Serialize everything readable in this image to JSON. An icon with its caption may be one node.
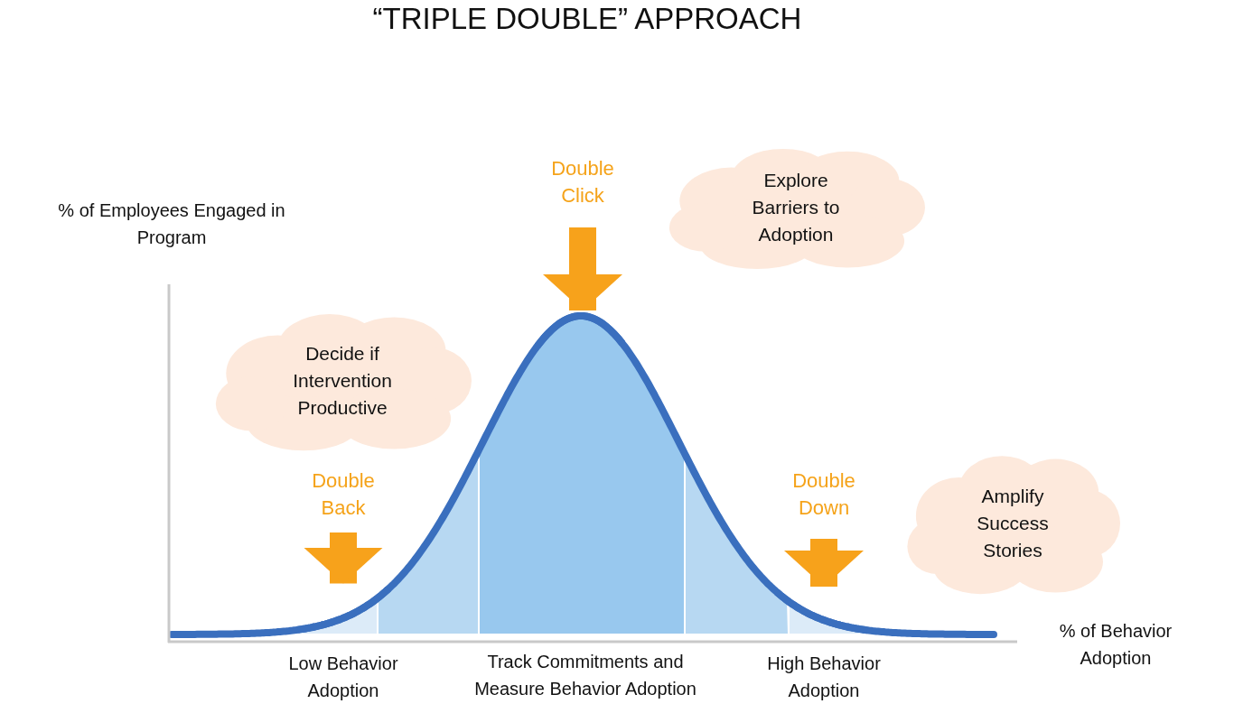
{
  "diagram": {
    "title": "“TRIPLE DOUBLE” APPROACH",
    "nodes": [
      {
        "text": [
          "Double Click"
        ]
      },
      {
        "text": [
          "Explore Barriers to Adoption"
        ]
      },
      {
        "text": [
          "Decide if Intervention Productive"
        ]
      },
      {
        "text": [
          "Double Back"
        ]
      },
      {
        "text": [
          "Double Down"
        ]
      },
      {
        "text": [
          "Amplify Success Stories"
        ]
      },
      {
        "text": [],
        "shape": "line"
      },
      {
        "text": [],
        "shape": "line"
      },
      {
        "text": [],
        "shape": "line"
      }
    ],
    "edges": [
      {
        "from": 0,
        "to": 7,
        "arrow": "to"
      },
      {
        "from": 3,
        "to": 6,
        "arrow": "to"
      },
      {
        "from": 4,
        "to": 8,
        "arrow": "to"
      }
    ],
    "labels": [
      "% of Employees Engaged in Program",
      "% of Behavior Adoption",
      "Low Behavior Adoption",
      "Track Commitments and Measure Behavior Adoption",
      "High Behavior Adoption"
    ]
  }
}
